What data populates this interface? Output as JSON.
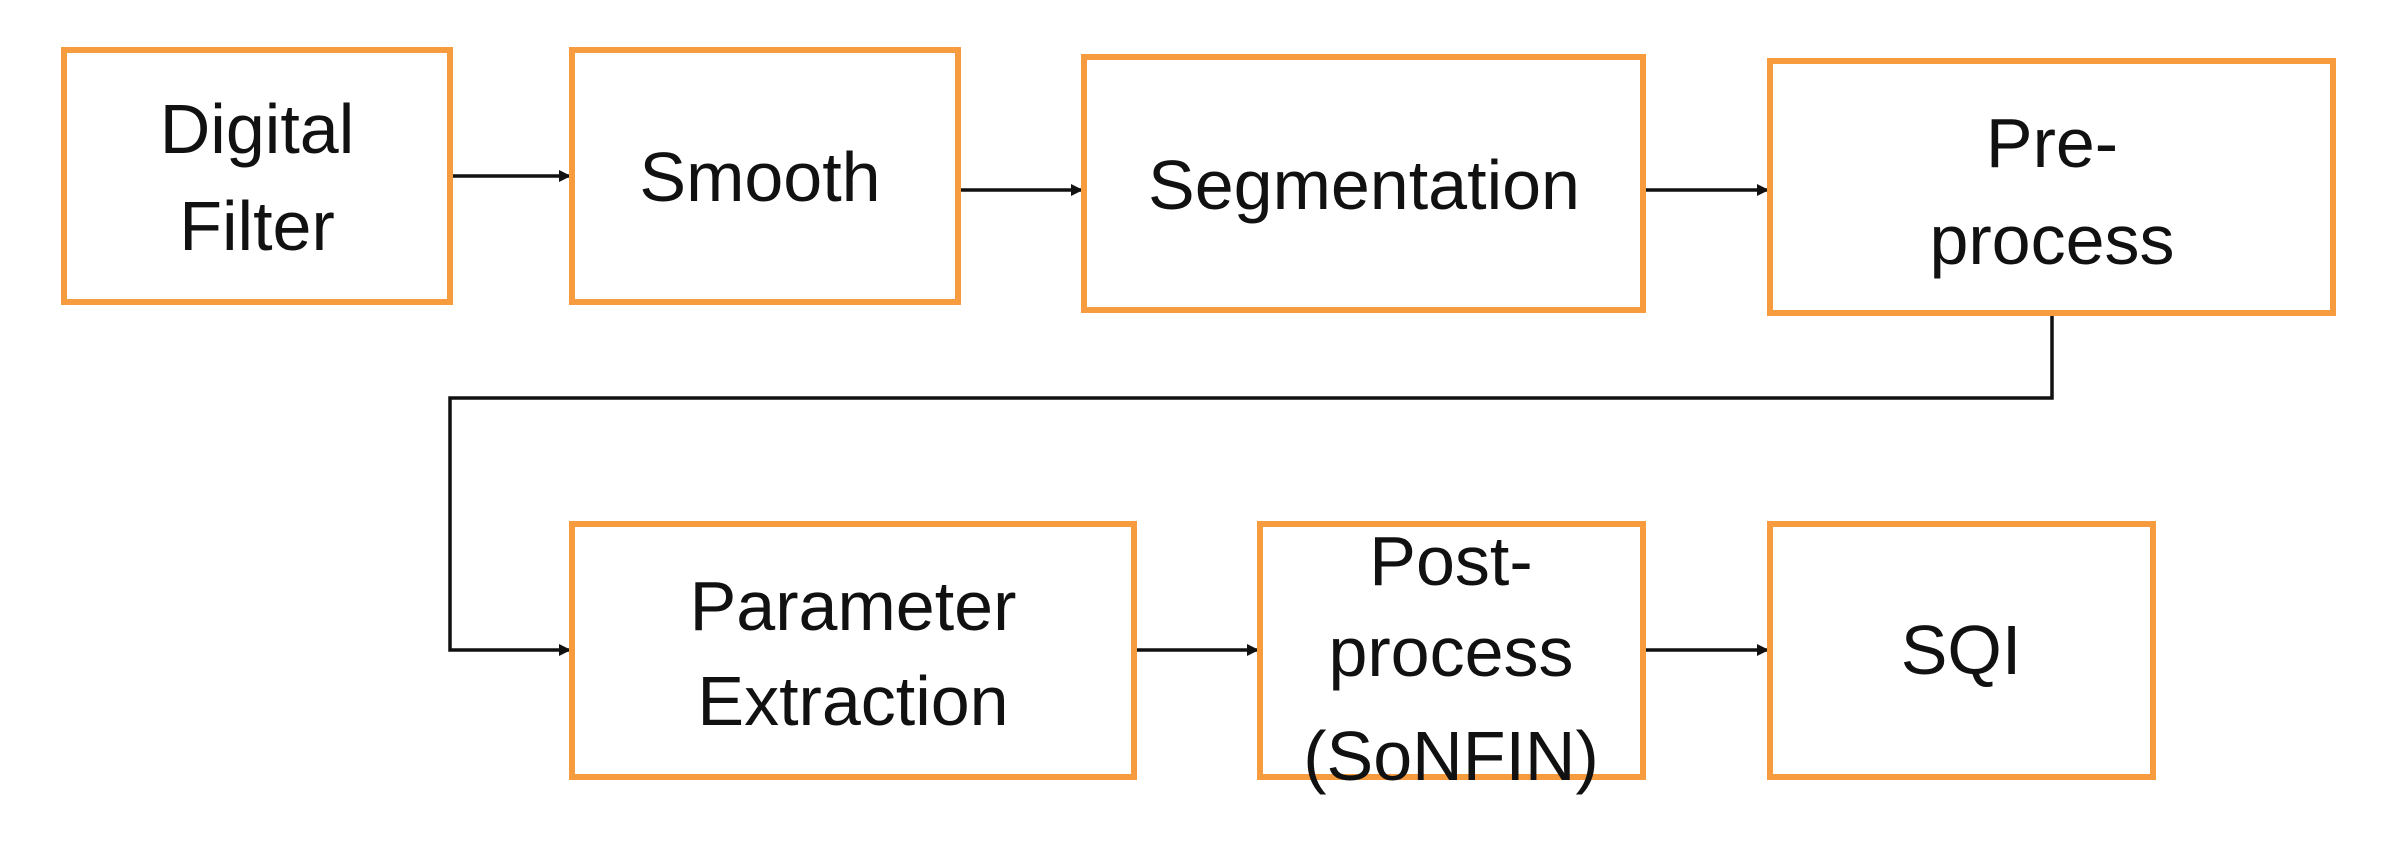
{
  "diagram": {
    "colors": {
      "box_border": "#f79b3f",
      "box_fill": "#ffffff",
      "connector": "#111111",
      "text": "#111111"
    },
    "nodes": [
      {
        "id": "digital-filter",
        "lines": [
          "Digital",
          "Filter"
        ]
      },
      {
        "id": "smooth",
        "lines": [
          "Smooth"
        ]
      },
      {
        "id": "segmentation",
        "lines": [
          "Segmentation"
        ]
      },
      {
        "id": "pre-process",
        "lines": [
          "Pre-",
          "process"
        ]
      },
      {
        "id": "parameter-extraction",
        "lines": [
          "Parameter",
          "Extraction"
        ]
      },
      {
        "id": "post-process",
        "lines": [
          "Post-",
          "process",
          "(SoNFIN)"
        ]
      },
      {
        "id": "sqi",
        "lines": [
          "SQI"
        ]
      }
    ],
    "edges": [
      {
        "from": "digital-filter",
        "to": "smooth"
      },
      {
        "from": "smooth",
        "to": "segmentation"
      },
      {
        "from": "segmentation",
        "to": "pre-process"
      },
      {
        "from": "pre-process",
        "to": "parameter-extraction"
      },
      {
        "from": "parameter-extraction",
        "to": "post-process"
      },
      {
        "from": "post-process",
        "to": "sqi"
      }
    ]
  }
}
